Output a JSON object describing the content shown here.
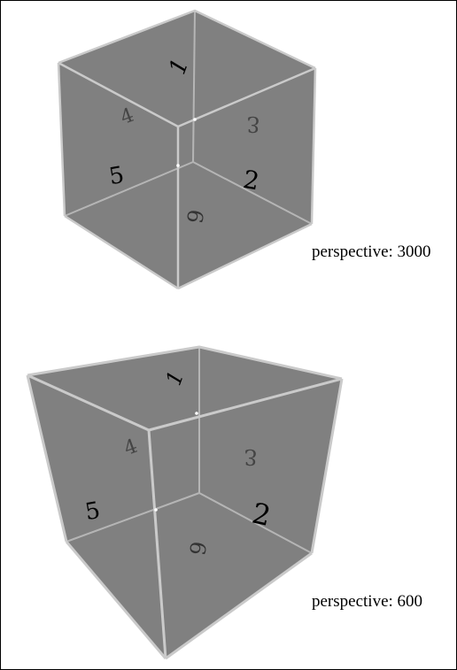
{
  "cubes": [
    {
      "caption": "perspective: 3000",
      "face_numerals": {
        "top": "1",
        "back_left": "4",
        "back_right": "3",
        "left_side": "5",
        "right_side": "2",
        "bottom": "6"
      }
    },
    {
      "caption": "perspective: 600",
      "face_numerals": {
        "top": "1",
        "back_left": "4",
        "back_right": "3",
        "left_side": "5",
        "right_side": "2",
        "bottom": "6"
      }
    }
  ],
  "colors": {
    "face_fill": "#808080",
    "edge": "#c9c9c9",
    "inner_edge": "#b9b9b9",
    "highlight": "#ffffff",
    "numeral_dark": "#000000",
    "numeral_faint": "#444444",
    "caption": "#000000",
    "border": "#000000"
  }
}
